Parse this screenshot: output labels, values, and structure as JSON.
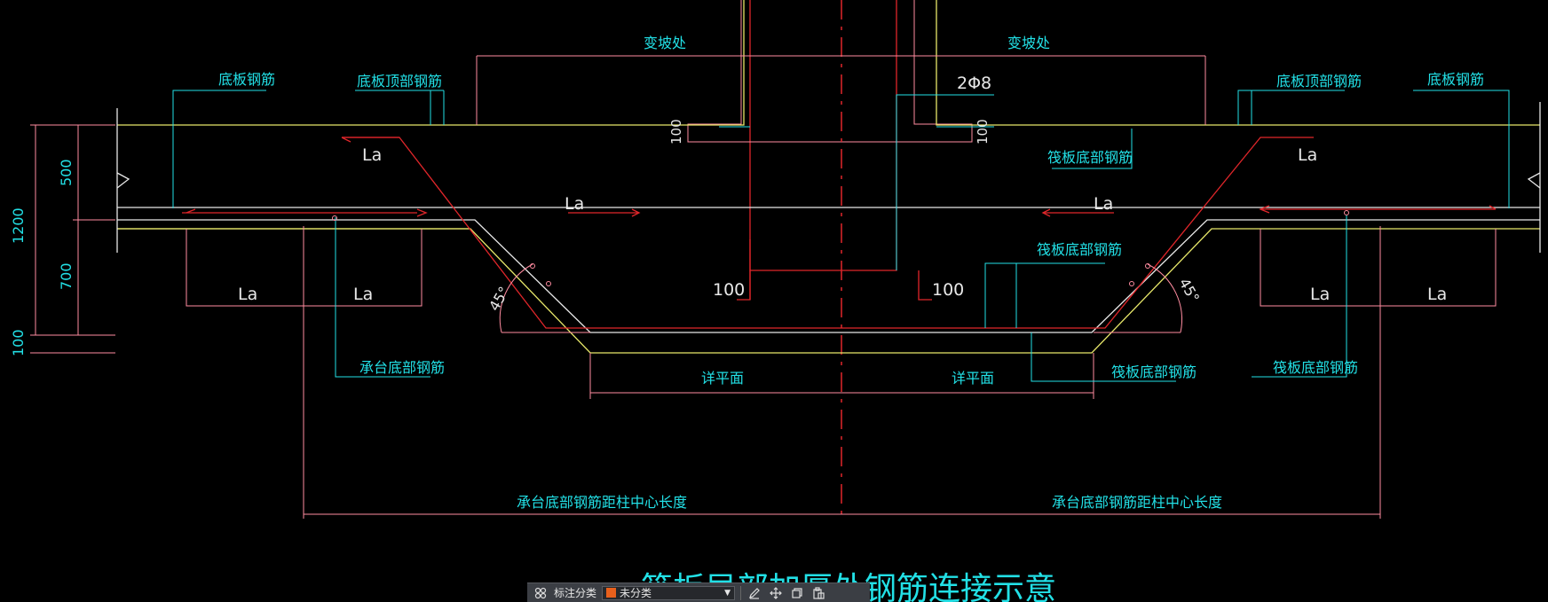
{
  "labels": {
    "bianpo_left": "变坡处",
    "bianpo_right": "变坡处",
    "diban_gangjin_left": "底板钢筋",
    "diban_ding_left": "底板顶部钢筋",
    "diban_ding_right": "底板顶部钢筋",
    "diban_gangjin_right": "底板钢筋",
    "two_phi8": "2Φ8",
    "fa_di_1": "筏板底部钢筋",
    "fa_di_2": "筏板底部钢筋",
    "fa_di_3": "筏板底部钢筋",
    "fa_di_4": "筏板底部钢筋",
    "cheng_di": "承台底部钢筋",
    "xiang_left": "详平面",
    "xiang_right": "详平面",
    "center_len_left": "承台底部钢筋距柱中心长度",
    "center_len_right": "承台底部钢筋距柱中心长度",
    "la": "La",
    "angle": "45°",
    "dim_100": "100",
    "dim_500": "500",
    "dim_700": "700",
    "dim_1200": "1200",
    "title": "筏板局部加厚处钢筋连接示意"
  },
  "toolbar": {
    "category_label": "标注分类",
    "category_value": "未分类"
  },
  "colors": {
    "background": "#000000",
    "cyan": "#22e0e6",
    "red": "#e0262a",
    "yellow": "#e8e86a",
    "white": "#e8e8e8",
    "pink": "#ff8ca0"
  }
}
